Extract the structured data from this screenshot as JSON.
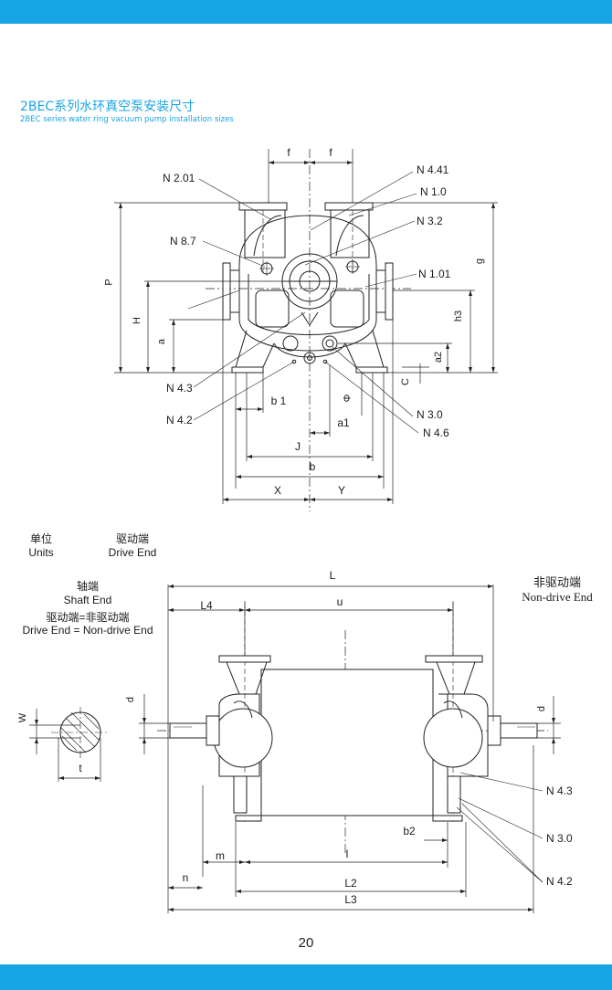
{
  "header": {
    "title_cn": "2BEC系列水环真空泵安装尺寸",
    "title_en": "2BEC series water ring vacuum pump installation sizes"
  },
  "top_view": {
    "dims": {
      "f_left": "f",
      "f_right": "f",
      "P": "P",
      "H": "H",
      "a": "a",
      "g": "g",
      "h3": "h3",
      "a2": "a2",
      "C": "C",
      "b1": "b 1",
      "phi": "Φ",
      "a1": "a1",
      "J": "J",
      "b": "b",
      "X": "X",
      "Y": "Y"
    },
    "nozzles": {
      "n201": "N 2.01",
      "n87": "N 8.7",
      "n43": "N 4.3",
      "n42": "N 4.2",
      "n441": "N 4.41",
      "n10": "N 1.0",
      "n32": "N 3.2",
      "n101": "N 1.01",
      "n30": "N 3.0",
      "n46": "N 4.6"
    }
  },
  "legend": {
    "units_cn": "单位",
    "units_en": "Units",
    "drive_cn": "驱动端",
    "drive_en": "Drive End",
    "shaft_cn": "轴端",
    "shaft_en": "Shaft End",
    "eq_cn": "驱动端=非驱动端",
    "eq_en": "Drive End = Non-drive End",
    "nondrive_cn": "非驱动端",
    "nondrive_en": "Non-drive End"
  },
  "side_view": {
    "dims": {
      "L": "L",
      "L4": "L4",
      "u": "u",
      "d_left": "d",
      "d_right": "d",
      "b2": "b2",
      "m": "m",
      "l": "l",
      "n": "n",
      "L2": "L2",
      "L3": "L3",
      "W": "W",
      "t": "t"
    },
    "nozzles": {
      "n43": "N 4.3",
      "n30": "N 3.0",
      "n42": "N 4.2"
    }
  },
  "footer": {
    "page_number": "20"
  }
}
